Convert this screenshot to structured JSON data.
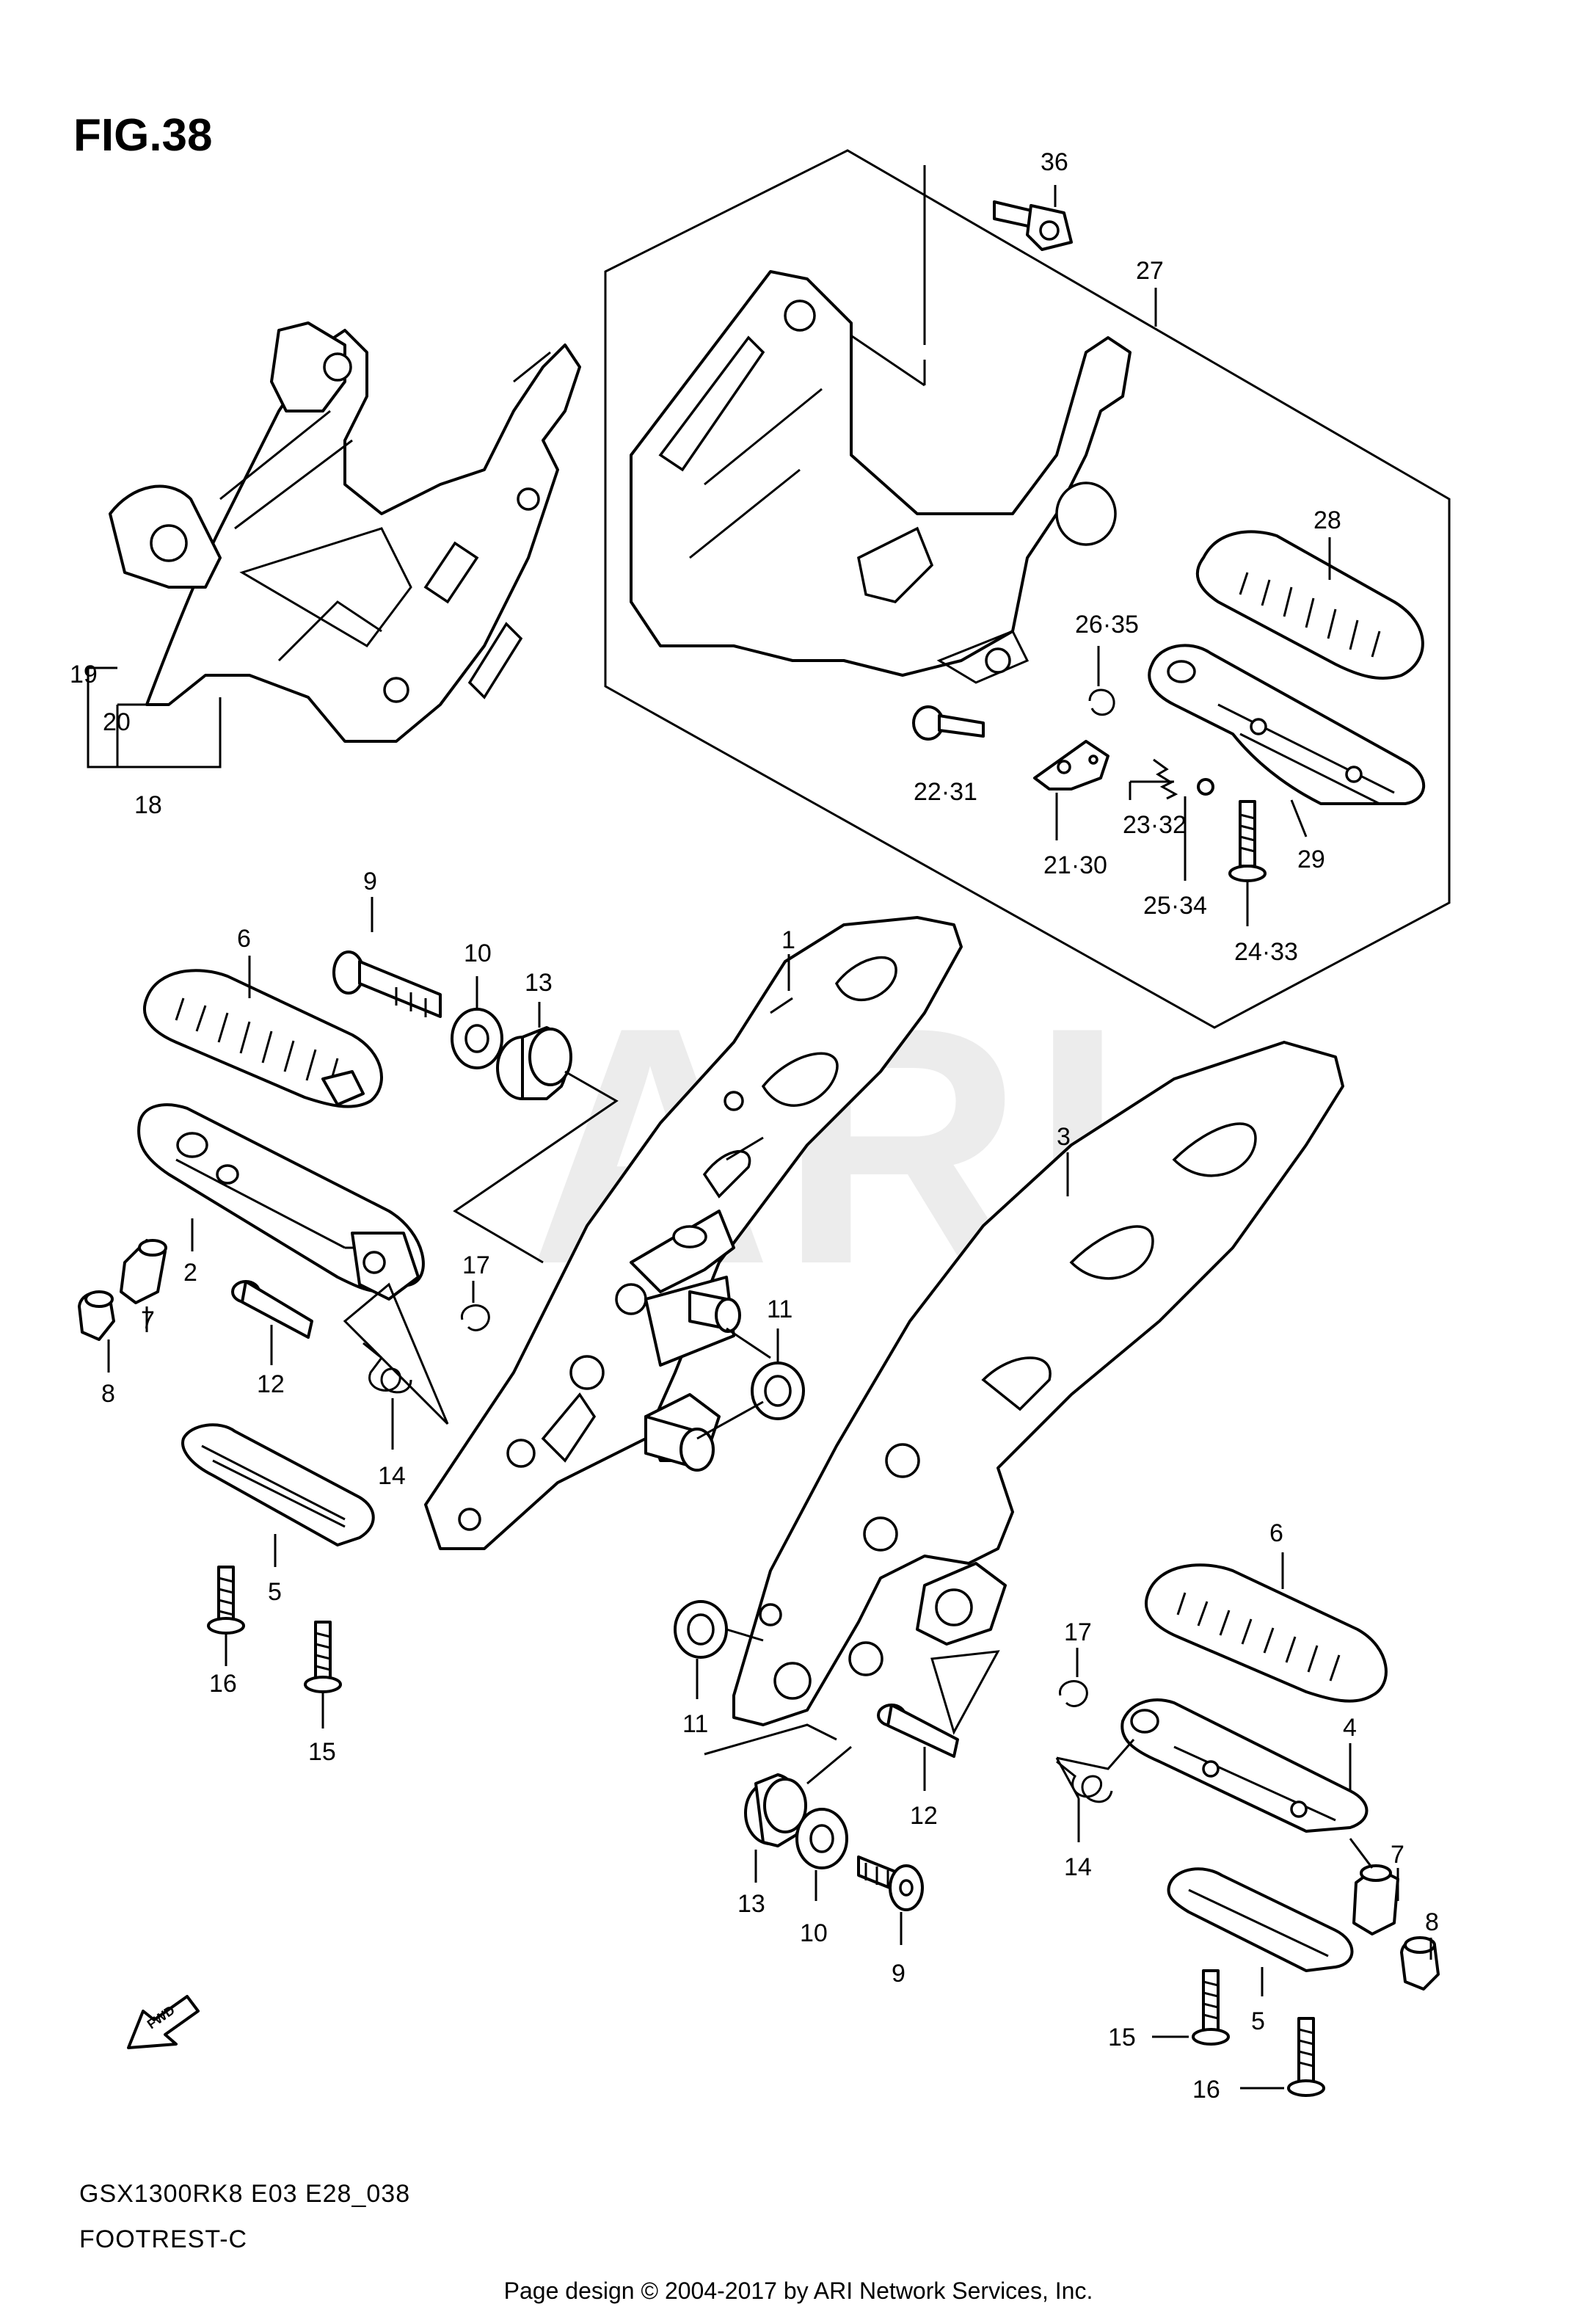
{
  "figure": {
    "title": "FIG.38"
  },
  "watermark": "ARI",
  "fwd_icon": {
    "label": "FWD",
    "icon": "fwd-arrow-icon"
  },
  "caption": {
    "model_line": "GSX1300RK8 E03 E28_038",
    "name": "FOOTREST-C"
  },
  "footer": {
    "text": "Page design © 2004-2017 by ARI Network Services, Inc."
  },
  "callouts": {
    "n1": "1",
    "n2": "2",
    "n3": "3",
    "n4": "4",
    "n5a": "5",
    "n5b": "5",
    "n6a": "6",
    "n6b": "6",
    "n7a": "7",
    "n7b": "7",
    "n8a": "8",
    "n8b": "8",
    "n9a": "9",
    "n9b": "9",
    "n10a": "10",
    "n10b": "10",
    "n11a": "11",
    "n11b": "11",
    "n12a": "12",
    "n12b": "12",
    "n13a": "13",
    "n13b": "13",
    "n14a": "14",
    "n14b": "14",
    "n15a": "15",
    "n15b": "15",
    "n16a": "16",
    "n16b": "16",
    "n17a": "17",
    "n17b": "17",
    "n18": "18",
    "n19": "19",
    "n20": "20",
    "n21_30": "21·30",
    "n22_31": "22·31",
    "n23_32": "23·32",
    "n24_33": "24·33",
    "n25_34": "25·34",
    "n26_35": "26·35",
    "n27": "27",
    "n28": "28",
    "n29": "29",
    "n36": "36"
  }
}
